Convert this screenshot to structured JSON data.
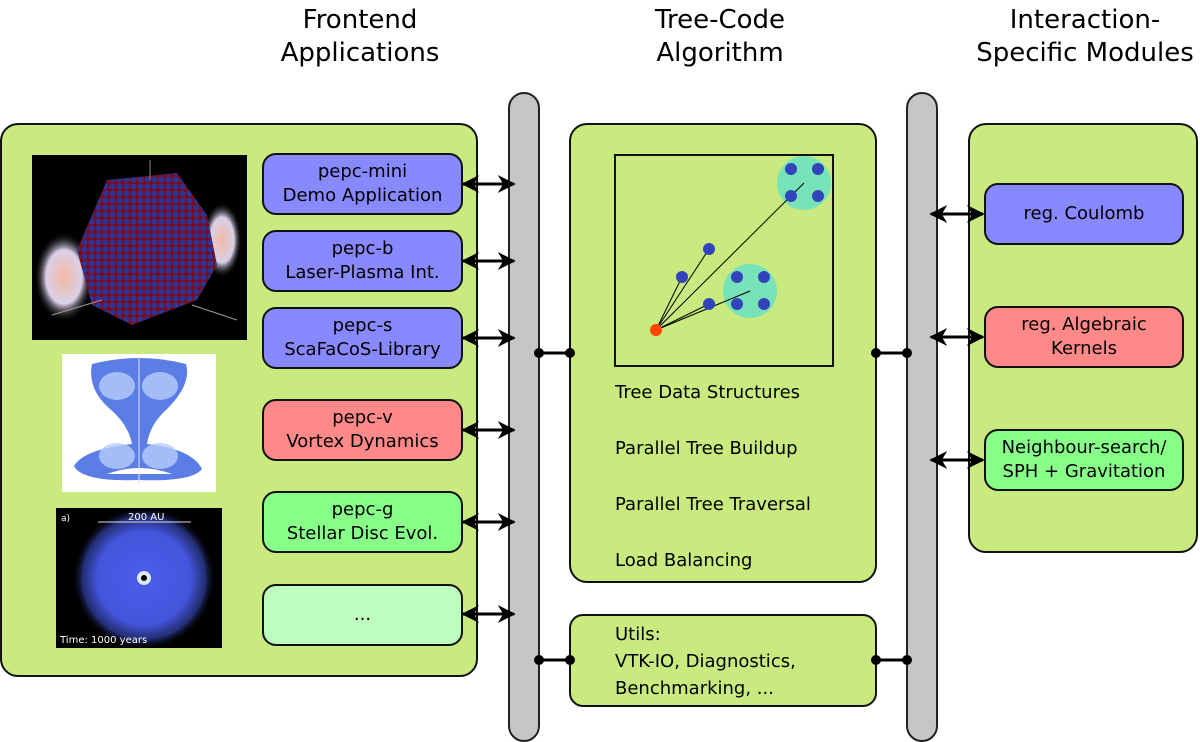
{
  "headers": {
    "frontend": [
      "Frontend",
      "Applications"
    ],
    "tree": [
      "Tree-Code",
      "Algorithm"
    ],
    "interaction": [
      "Interaction-",
      "Specific Modules"
    ]
  },
  "frontend_apps": [
    {
      "name": "pepc-mini",
      "desc": "Demo Application",
      "color": "#8888ff"
    },
    {
      "name": "pepc-b",
      "desc": "Laser-Plasma Int.",
      "color": "#8888ff"
    },
    {
      "name": "pepc-s",
      "desc": "ScaFaCoS-Library",
      "color": "#8888ff"
    },
    {
      "name": "pepc-v",
      "desc": "Vortex Dynamics",
      "color": "#ff8888"
    },
    {
      "name": "pepc-g",
      "desc": "Stellar Disc Evol.",
      "color": "#88ff88"
    },
    {
      "name": "...",
      "desc": "",
      "color": "#bdfdbd"
    }
  ],
  "images": {
    "disc_label": "a)",
    "disc_scale": "200 AU",
    "disc_time": "Time: 1000 years"
  },
  "algorithm": {
    "items": [
      "Tree Data Structures",
      "Parallel Tree Buildup",
      "Parallel Tree Traversal",
      "Load Balancing"
    ]
  },
  "utils": {
    "lines": [
      "Utils:",
      "VTK-IO, Diagnostics,",
      "Benchmarking, ..."
    ]
  },
  "modules": [
    {
      "lines": [
        "reg. Coulomb"
      ],
      "color": "#8888ff"
    },
    {
      "lines": [
        "reg. Algebraic",
        "Kernels"
      ],
      "color": "#ff8888"
    },
    {
      "lines": [
        "Neighbour-search/",
        "SPH + Gravitation"
      ],
      "color": "#88ff88"
    }
  ],
  "colors": {
    "panel": "#c8ea7e",
    "bus": "#c6c6c6",
    "cluster": "#77e3b9",
    "particle": "#3344bb",
    "source": "#ff4400"
  }
}
